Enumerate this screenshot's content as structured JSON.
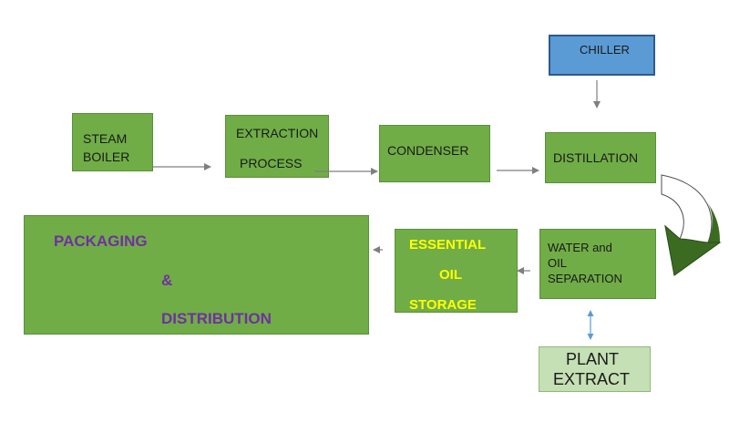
{
  "nodes": {
    "chiller": "CHILLER",
    "steam_boiler": [
      "STEAM",
      "BOILER"
    ],
    "extraction": [
      "EXTRACTION",
      "PROCESS"
    ],
    "condenser": "CONDENSER",
    "distillation": "DISTILLATION",
    "separation": [
      "WATER and",
      "OIL",
      "SEPARATION"
    ],
    "storage": [
      "ESSENTIAL",
      "OIL",
      "STORAGE"
    ],
    "packaging": [
      "PACKAGING",
      "&",
      "DISTRIBUTION"
    ],
    "plant_extract": [
      "PLANT",
      "EXTRACT"
    ]
  },
  "colors": {
    "box_green": "#70ad47",
    "light_green": "#c5e0b4",
    "chiller_blue": "#5b9bd5",
    "curved_arrow_green": "#3a6b21",
    "text_purple": "#7030a0",
    "text_yellow": "#ffff00"
  }
}
